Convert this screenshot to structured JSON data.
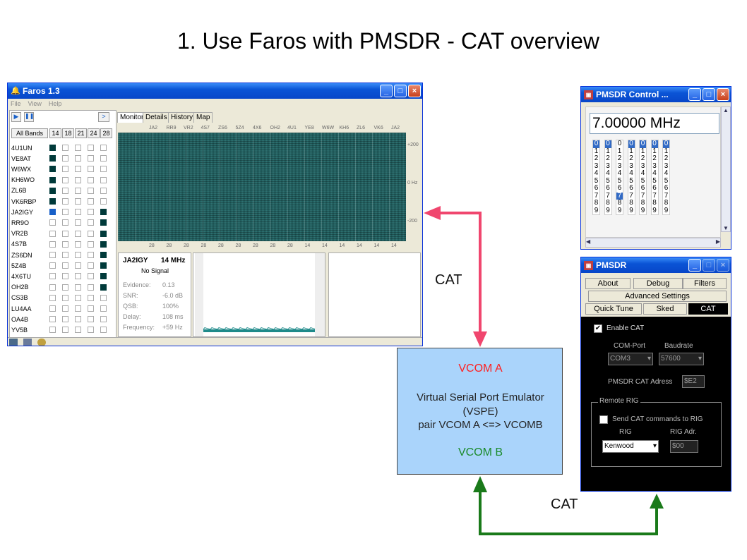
{
  "slide_title": "1. Use Faros with PMSDR - CAT overview",
  "colors": {
    "pink_arrow": "#f0466e",
    "green_arrow": "#1a7a1a",
    "vcom_a": "#ff2020",
    "vcom_b": "#1a8a2a",
    "vspe_fill": "#aad4fb"
  },
  "faros": {
    "title": "Faros 1.3",
    "menu": [
      "File",
      "View",
      "Help"
    ],
    "all_bands": "All Bands",
    "bands": [
      "14",
      "18",
      "21",
      "24",
      "28"
    ],
    "tabs": [
      "Monitor",
      "Details",
      "History",
      "Map"
    ],
    "stations": [
      {
        "call": "4U1UN",
        "checks": [
          1,
          0,
          0,
          0,
          0
        ]
      },
      {
        "call": "VE8AT",
        "checks": [
          1,
          0,
          0,
          0,
          0
        ]
      },
      {
        "call": "W6WX",
        "checks": [
          1,
          0,
          0,
          0,
          0
        ]
      },
      {
        "call": "KH6WO",
        "checks": [
          1,
          0,
          0,
          0,
          0
        ]
      },
      {
        "call": "ZL6B",
        "checks": [
          1,
          0,
          0,
          0,
          0
        ]
      },
      {
        "call": "VK6RBP",
        "checks": [
          1,
          0,
          0,
          0,
          0
        ]
      },
      {
        "call": "JA2IGY",
        "checks": [
          2,
          0,
          0,
          0,
          1
        ]
      },
      {
        "call": "RR9O",
        "checks": [
          0,
          0,
          0,
          0,
          1
        ]
      },
      {
        "call": "VR2B",
        "checks": [
          0,
          0,
          0,
          0,
          1
        ]
      },
      {
        "call": "4S7B",
        "checks": [
          0,
          0,
          0,
          0,
          1
        ]
      },
      {
        "call": "ZS6DN",
        "checks": [
          0,
          0,
          0,
          0,
          1
        ]
      },
      {
        "call": "5Z4B",
        "checks": [
          0,
          0,
          0,
          0,
          1
        ]
      },
      {
        "call": "4X6TU",
        "checks": [
          0,
          0,
          0,
          0,
          1
        ]
      },
      {
        "call": "OH2B",
        "checks": [
          0,
          0,
          0,
          0,
          1
        ]
      },
      {
        "call": "CS3B",
        "checks": [
          0,
          0,
          0,
          0,
          0
        ]
      },
      {
        "call": "LU4AA",
        "checks": [
          0,
          0,
          0,
          0,
          0
        ]
      },
      {
        "call": "OA4B",
        "checks": [
          0,
          0,
          0,
          0,
          0
        ]
      },
      {
        "call": "YV5B",
        "checks": [
          0,
          0,
          0,
          0,
          0
        ]
      }
    ],
    "top_axis": [
      "JA2",
      "RR9",
      "VR2",
      "4S7",
      "ZS6",
      "5Z4",
      "4X6",
      "OH2",
      "4U1",
      "YE8",
      "W6W",
      "KH6",
      "ZL6",
      "VK6",
      "JA2"
    ],
    "bottom_axis": [
      "28",
      "28",
      "28",
      "28",
      "28",
      "28",
      "28",
      "28",
      "28",
      "14",
      "14",
      "14",
      "14",
      "14",
      "14"
    ],
    "right_axis": [
      "+200",
      "0 Hz",
      "-200"
    ],
    "info": {
      "callsign": "JA2IGY",
      "band": "14 MHz",
      "status": "No Signal",
      "fields": [
        {
          "label": "Evidence:",
          "value": "0.13"
        },
        {
          "label": "SNR:",
          "value": "-6.0 dB"
        },
        {
          "label": "QSB:",
          "value": "100%"
        },
        {
          "label": "Delay:",
          "value": "108 ms"
        },
        {
          "label": "Frequency:",
          "value": "+59 Hz"
        }
      ]
    }
  },
  "pmsdr_control": {
    "title": "PMSDR Control ...",
    "frequency": "7.00000 MHz",
    "digits": [
      "0",
      "1",
      "2",
      "3",
      "4",
      "5",
      "6",
      "7",
      "8",
      "9"
    ],
    "selected": [
      0,
      0,
      7,
      0,
      0,
      0,
      0
    ]
  },
  "pmsdr": {
    "title": "PMSDR",
    "tabs_row1": [
      "About",
      "Debug",
      "Filters"
    ],
    "tabs_row2": [
      "Advanced Settings"
    ],
    "tabs_row3": [
      "Quick Tune",
      "Sked",
      "CAT"
    ],
    "enable_cat": "Enable CAT",
    "com_port_label": "COM-Port",
    "com_port_value": "COM3",
    "baudrate_label": "Baudrate",
    "baudrate_value": "57600",
    "cat_address_label": "PMSDR CAT Adress",
    "cat_address_value": "$E2",
    "remote_rig_label": "Remote RIG",
    "send_cat_label": "Send CAT commands to RIG",
    "rig_label": "RIG",
    "rig_value": "Kenwood",
    "rig_adr_label": "RIG Adr.",
    "rig_adr_value": "$00"
  },
  "vspe": {
    "vcom_a": "VCOM A",
    "line1": "Virtual Serial Port Emulator",
    "line2": "(VSPE)",
    "line3": "pair VCOM A <=> VCOMB",
    "vcom_b": "VCOM B"
  },
  "cat_label_upper": "CAT",
  "cat_label_lower": "CAT"
}
